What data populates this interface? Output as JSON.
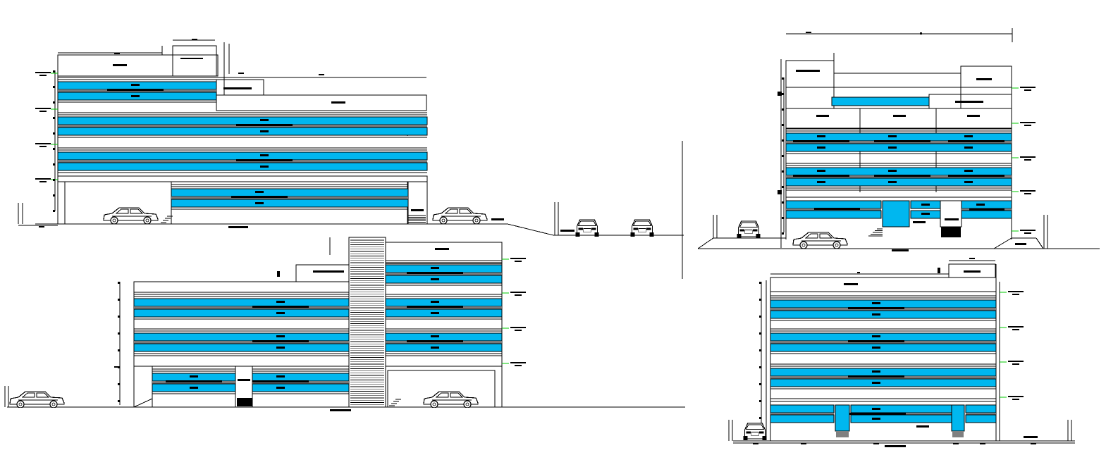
{
  "document": {
    "type": "CAD building elevation sheet",
    "views": [
      {
        "id": "elevation-top-left",
        "floors": 4,
        "glazing_bands": 4,
        "cars": 2
      },
      {
        "id": "elevation-bottom-left",
        "floors": 4,
        "glazing_bands": 4,
        "cars": 2,
        "has_stair_tower": true
      },
      {
        "id": "elevation-top-right",
        "floors": 4,
        "glazing_bands": 3,
        "cars": 2,
        "has_entrance_doors": true
      },
      {
        "id": "elevation-bottom-right",
        "floors": 4,
        "glazing_bands": 4,
        "cars": 1
      }
    ],
    "street_cars": 2
  },
  "colors": {
    "background": "#ffffff",
    "line": "#000000",
    "glazing": "#00b7ef",
    "mullion_band": "#7a7a7a",
    "level_marker": "#00c800",
    "label_bar": "#000000"
  }
}
